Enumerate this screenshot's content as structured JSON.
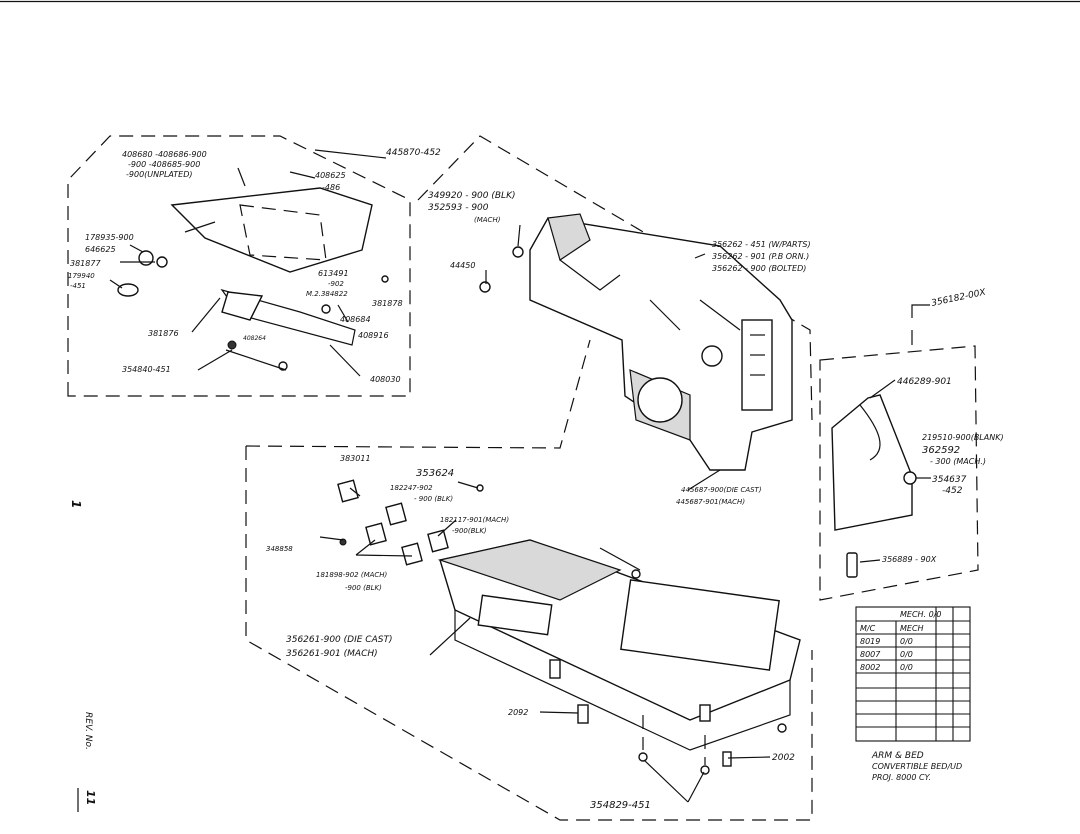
{
  "callouts": {
    "p1": "408680 -408686-900",
    "p2": "-900 -408685-900",
    "p3": "-900(UNPLATED)",
    "p4": "445870-452",
    "p5": "408625",
    "p6": "-486",
    "p7": "178935-900",
    "p8": "646625",
    "p9": "381877",
    "p10": "179940",
    "p11": "-451",
    "p12": "613491",
    "p13": "-902",
    "p14": "M.2.384822",
    "p15": "381878",
    "p16": "408684",
    "p17": "408916",
    "p18": "381876",
    "p19": "408264",
    "p20": "354840-451",
    "p21": "408030",
    "p22": "349920 - 900 (BLK)",
    "p23": "352593 - 900",
    "p24": "(MACH)",
    "p25": "44450",
    "p26": "356262 - 451 (W/PARTS)",
    "p27": "356262 - 901 (P.B ORN.)",
    "p28": "356262 - 900 (BOLTED)",
    "p29": "356182-00X",
    "p30": "446289-901",
    "p31": "219510-900(BLANK)",
    "p32": "362592",
    "p33": "- 300 (MACH.)",
    "p34": "354637",
    "p35": "-452",
    "p36": "356889 - 90X",
    "p37": "383011",
    "p38": "353624",
    "p39": "182247-902",
    "p40": "- 900 (BLK)",
    "p41": "182117-901(MACH)",
    "p42": "-900(BLK)",
    "p43": "445687-900(DIE CAST)",
    "p44": "445687-901(MACH)",
    "p45": "348858",
    "p46": "181898-902 (MACH)",
    "p47": "-900 (BLK)",
    "p48": "356261-900 (DIE CAST)",
    "p49": "356261-901 (MACH)",
    "p50": "2092",
    "p51": "2002",
    "p52": "354829-451"
  },
  "table": {
    "title": "MECH. 0/0",
    "headers": [
      "M/C",
      "MECH"
    ],
    "rows": [
      [
        "8019",
        "0/0"
      ],
      [
        "8007",
        "0/0"
      ],
      [
        "8002",
        "0/0"
      ]
    ]
  },
  "note": {
    "line1": "ARM & BED",
    "line2": "CONVERTIBLE BED/UD",
    "line3": "PROJ. 8000 CY."
  },
  "margin": {
    "page_number": "1",
    "rev_label": "REV. No.",
    "rev_number": "11"
  }
}
